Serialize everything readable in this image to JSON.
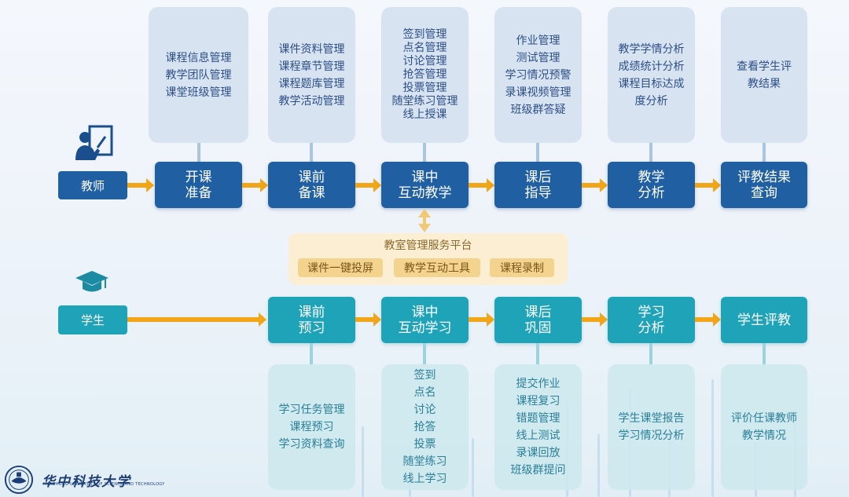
{
  "teacher": {
    "role": "教师",
    "stages": [
      {
        "label": [
          "开课",
          "准备"
        ],
        "items": [
          "课程信息管理",
          "教学团队管理",
          "课堂班级管理"
        ]
      },
      {
        "label": [
          "课前",
          "备课"
        ],
        "items": [
          "课件资料管理",
          "课程章节管理",
          "课程题库管理",
          "教学活动管理"
        ]
      },
      {
        "label": [
          "课中",
          "互动教学"
        ],
        "items": [
          "签到管理",
          "点名管理",
          "讨论管理",
          "抢答管理",
          "投票管理",
          "随堂练习管理",
          "线上授课"
        ]
      },
      {
        "label": [
          "课后",
          "指导"
        ],
        "items": [
          "作业管理",
          "测试管理",
          "学习情况预警",
          "录课视频管理",
          "班级群答疑"
        ]
      },
      {
        "label": [
          "教学",
          "分析"
        ],
        "items": [
          "教学学情分析",
          "成绩统计分析",
          "课程目标达成",
          "度分析"
        ]
      },
      {
        "label": [
          "评教结果",
          "查询"
        ],
        "items": [
          "查看学生评",
          "教结果"
        ]
      }
    ]
  },
  "platform": {
    "title": "教室管理服务平台",
    "tools": [
      "课件一键投屏",
      "教学互动工具",
      "课程录制"
    ]
  },
  "student": {
    "role": "学生",
    "stages": [
      {
        "label": [
          "课前",
          "预习"
        ],
        "items": [
          "学习任务管理",
          "课程预习",
          "学习资料查询"
        ]
      },
      {
        "label": [
          "课中",
          "互动学习"
        ],
        "items": [
          "签到",
          "点名",
          "讨论",
          "抢答",
          "投票",
          "随堂练习",
          "线上学习"
        ]
      },
      {
        "label": [
          "课后",
          "巩固"
        ],
        "items": [
          "提交作业",
          "课程复习",
          "错题管理",
          "线上测试",
          "录课回放",
          "班级群提问"
        ]
      },
      {
        "label": [
          "学习",
          "分析"
        ],
        "items": [
          "学生课堂报告",
          "学习情况分析"
        ]
      },
      {
        "label": [
          "学生评教"
        ],
        "items": [
          "评价任课教师",
          "教学情况"
        ]
      }
    ]
  },
  "logo": {
    "name": "华中科技大学",
    "subtitle": "HUAZHONG UNIVERSITY OF SCIENCE AND TECHNOLOGY"
  },
  "colors": {
    "teacher_node": "#1f5fa2",
    "student_node": "#1fa3b9",
    "arrow": "#f2a516",
    "platform_bg": "#fbeed2"
  }
}
